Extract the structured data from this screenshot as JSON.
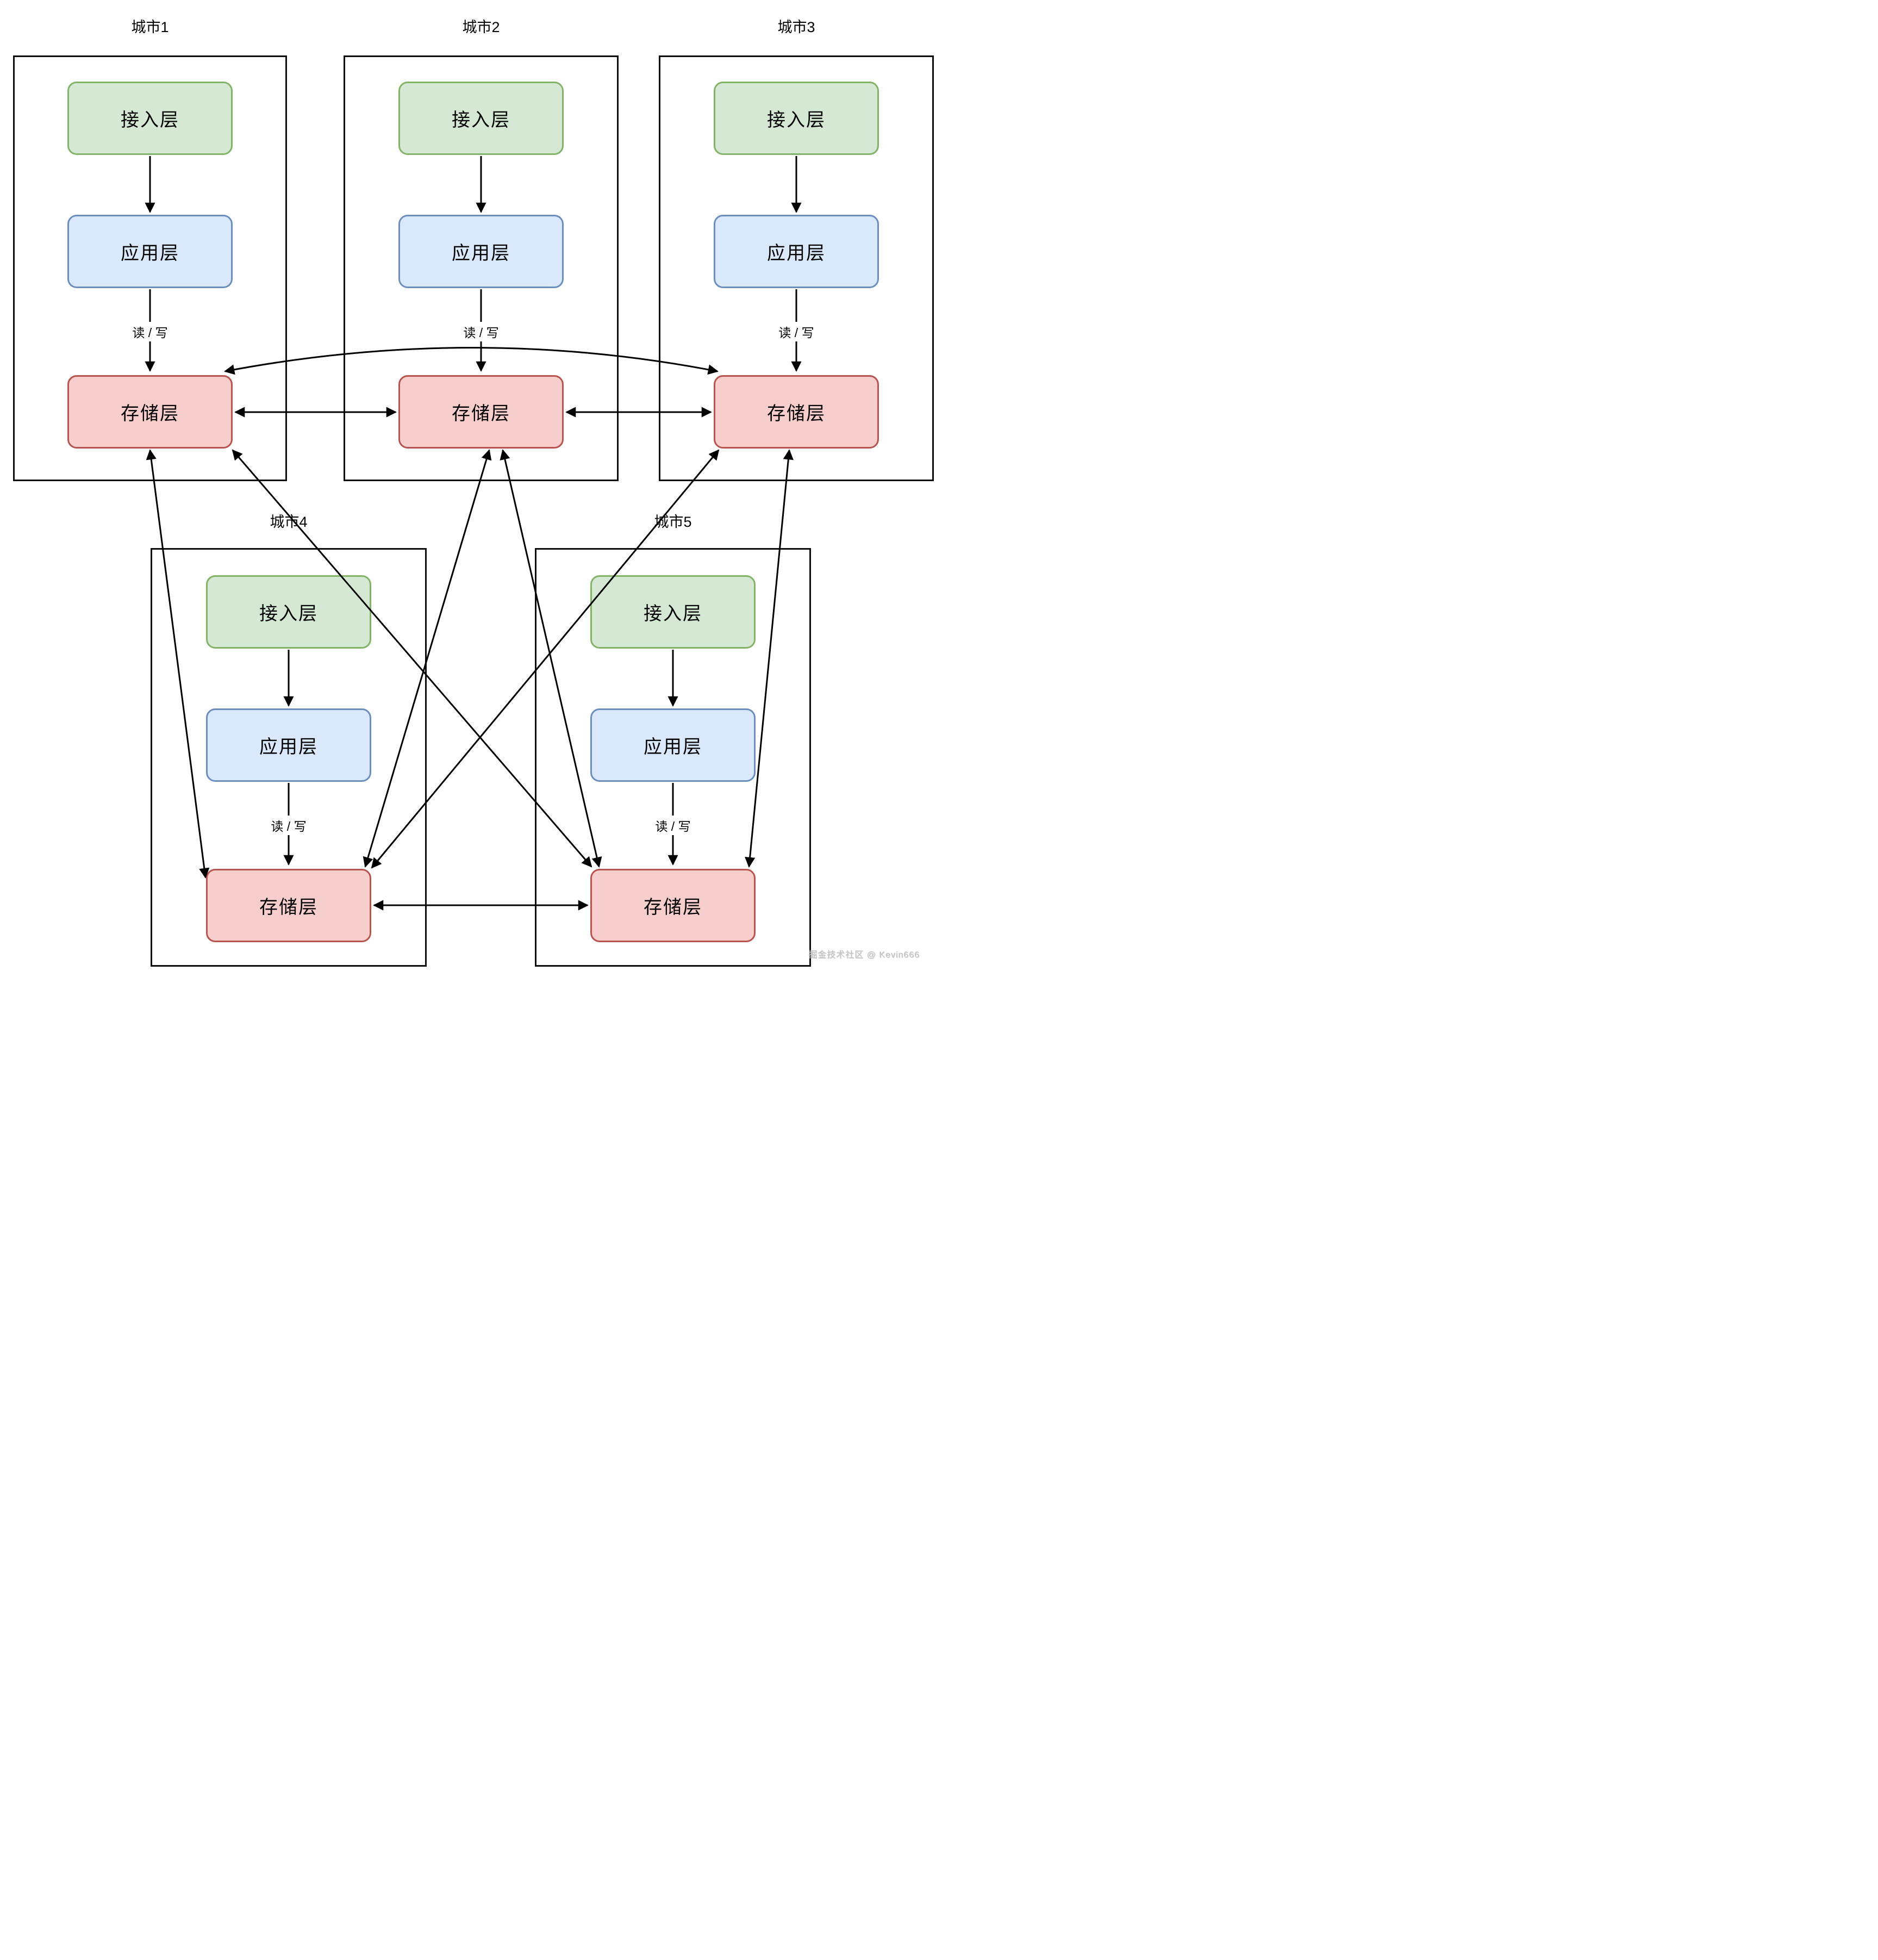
{
  "diagram_type": "multi-city active-active architecture",
  "cities": [
    {
      "title": "城市1",
      "access_label": "接入层",
      "app_label": "应用层",
      "storage_label": "存储层",
      "rw_label": "读 / 写"
    },
    {
      "title": "城市2",
      "access_label": "接入层",
      "app_label": "应用层",
      "storage_label": "存储层",
      "rw_label": "读 / 写"
    },
    {
      "title": "城市3",
      "access_label": "接入层",
      "app_label": "应用层",
      "storage_label": "存储层",
      "rw_label": "读 / 写"
    },
    {
      "title": "城市4",
      "access_label": "接入层",
      "app_label": "应用层",
      "storage_label": "存储层",
      "rw_label": "读 / 写"
    },
    {
      "title": "城市5",
      "access_label": "接入层",
      "app_label": "应用层",
      "storage_label": "存储层",
      "rw_label": "读 / 写"
    }
  ],
  "edges": [
    {
      "from": "city1.access",
      "to": "city1.app",
      "type": "arrow"
    },
    {
      "from": "city1.app",
      "to": "city1.storage",
      "type": "arrow",
      "label": "读 / 写"
    },
    {
      "from": "city2.access",
      "to": "city2.app",
      "type": "arrow"
    },
    {
      "from": "city2.app",
      "to": "city2.storage",
      "type": "arrow",
      "label": "读 / 写"
    },
    {
      "from": "city3.access",
      "to": "city3.app",
      "type": "arrow"
    },
    {
      "from": "city3.app",
      "to": "city3.storage",
      "type": "arrow",
      "label": "读 / 写"
    },
    {
      "from": "city4.access",
      "to": "city4.app",
      "type": "arrow"
    },
    {
      "from": "city4.app",
      "to": "city4.storage",
      "type": "arrow",
      "label": "读 / 写"
    },
    {
      "from": "city5.access",
      "to": "city5.app",
      "type": "arrow"
    },
    {
      "from": "city5.app",
      "to": "city5.storage",
      "type": "arrow",
      "label": "读 / 写"
    },
    {
      "from": "city1.storage",
      "to": "city2.storage",
      "type": "bidirectional"
    },
    {
      "from": "city2.storage",
      "to": "city3.storage",
      "type": "bidirectional"
    },
    {
      "from": "city1.storage",
      "to": "city3.storage",
      "type": "bidirectional-curved"
    },
    {
      "from": "city4.storage",
      "to": "city5.storage",
      "type": "bidirectional"
    },
    {
      "from": "city1.storage",
      "to": "city4.storage",
      "type": "bidirectional"
    },
    {
      "from": "city1.storage",
      "to": "city5.storage",
      "type": "bidirectional"
    },
    {
      "from": "city2.storage",
      "to": "city4.storage",
      "type": "bidirectional"
    },
    {
      "from": "city2.storage",
      "to": "city5.storage",
      "type": "bidirectional"
    },
    {
      "from": "city3.storage",
      "to": "city4.storage",
      "type": "bidirectional"
    },
    {
      "from": "city3.storage",
      "to": "city5.storage",
      "type": "bidirectional"
    }
  ],
  "watermark": {
    "text": "掘金技术社区 @ Kevin666"
  },
  "colors": {
    "access_fill": "#d5e8d4",
    "access_stroke": "#82b366",
    "app_fill": "#dae8fc",
    "app_stroke": "#6c8ebf",
    "storage_fill": "#f8cecc",
    "storage_stroke": "#b85450",
    "line_color": "#000000",
    "border_color": "#0d0d0d",
    "watermark_color": "#c3c3c3"
  }
}
